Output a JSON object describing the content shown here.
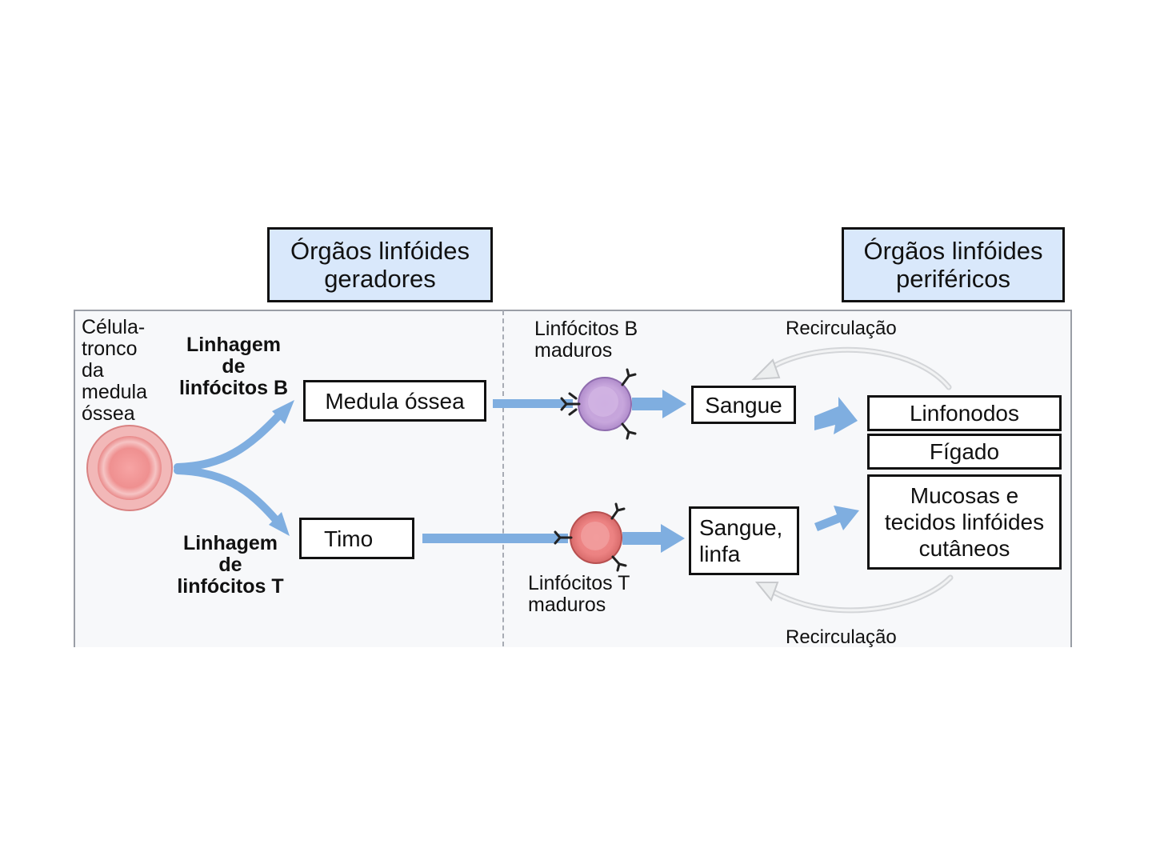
{
  "headers": {
    "generating": [
      "Órgãos linfóides",
      "geradores"
    ],
    "peripheral": [
      "Órgãos linfóides",
      "periféricos"
    ]
  },
  "labels": {
    "stem_cell": "Célula-\ntronco\nda\nmedula\nóssea",
    "b_lineage": "Linhagem\nde\nlinfócitos B",
    "t_lineage": "Linhagem\nde\nlinfócitos T",
    "mature_b": "Linfócitos B\nmaduros",
    "mature_t": "Linfócitos T\nmaduros",
    "recirculation_top": "Recirculação",
    "recirculation_bottom": "Recirculação"
  },
  "boxes": {
    "bone_marrow": "Medula óssea",
    "thymus": "Timo",
    "blood": "Sangue",
    "blood_lymph": [
      "Sangue,",
      "linfa"
    ],
    "lymph_nodes": "Linfonodos",
    "liver": "Fígado",
    "mucosa": [
      "Mucosas e",
      "tecidos linfóides",
      "cutâneos"
    ]
  },
  "colors": {
    "arrow": "#7faee0",
    "header_fill": "#d9e8fb",
    "stem_cell": "#ee8f8f",
    "b_cell": "#c9a8dc",
    "t_cell": "#ec8585",
    "recirculation_arrow": "#d8dadd"
  }
}
